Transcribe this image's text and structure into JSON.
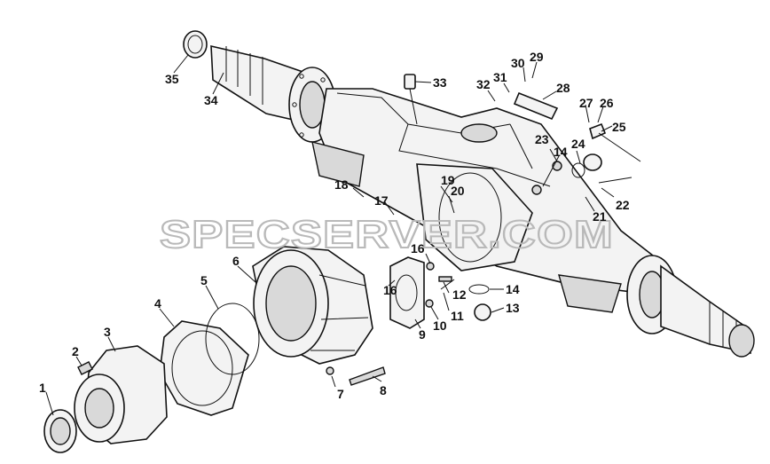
{
  "watermark": "SPECSERVER.COM",
  "callouts": [
    {
      "id": "c1",
      "text": "1"
    },
    {
      "id": "c2",
      "text": "2"
    },
    {
      "id": "c3",
      "text": "3"
    },
    {
      "id": "c4",
      "text": "4"
    },
    {
      "id": "c5",
      "text": "5"
    },
    {
      "id": "c6",
      "text": "6"
    },
    {
      "id": "c7",
      "text": "7"
    },
    {
      "id": "c8",
      "text": "8"
    },
    {
      "id": "c9",
      "text": "9"
    },
    {
      "id": "c10",
      "text": "10"
    },
    {
      "id": "c11",
      "text": "11"
    },
    {
      "id": "c12",
      "text": "12"
    },
    {
      "id": "c13",
      "text": "13"
    },
    {
      "id": "c14",
      "text": "14"
    },
    {
      "id": "c14b",
      "text": "14"
    },
    {
      "id": "c16",
      "text": "16"
    },
    {
      "id": "c16b",
      "text": "16"
    },
    {
      "id": "c17",
      "text": "17"
    },
    {
      "id": "c18",
      "text": "18"
    },
    {
      "id": "c19",
      "text": "19"
    },
    {
      "id": "c20",
      "text": "20"
    },
    {
      "id": "c21",
      "text": "21"
    },
    {
      "id": "c22",
      "text": "22"
    },
    {
      "id": "c23",
      "text": "23"
    },
    {
      "id": "c24",
      "text": "24"
    },
    {
      "id": "c25",
      "text": "25"
    },
    {
      "id": "c26",
      "text": "26"
    },
    {
      "id": "c27",
      "text": "27"
    },
    {
      "id": "c28",
      "text": "28"
    },
    {
      "id": "c29",
      "text": "29"
    },
    {
      "id": "c30",
      "text": "30"
    },
    {
      "id": "c31",
      "text": "31"
    },
    {
      "id": "c32",
      "text": "32"
    },
    {
      "id": "c33",
      "text": "33"
    },
    {
      "id": "c34",
      "text": "34"
    },
    {
      "id": "c35",
      "text": "35"
    }
  ]
}
